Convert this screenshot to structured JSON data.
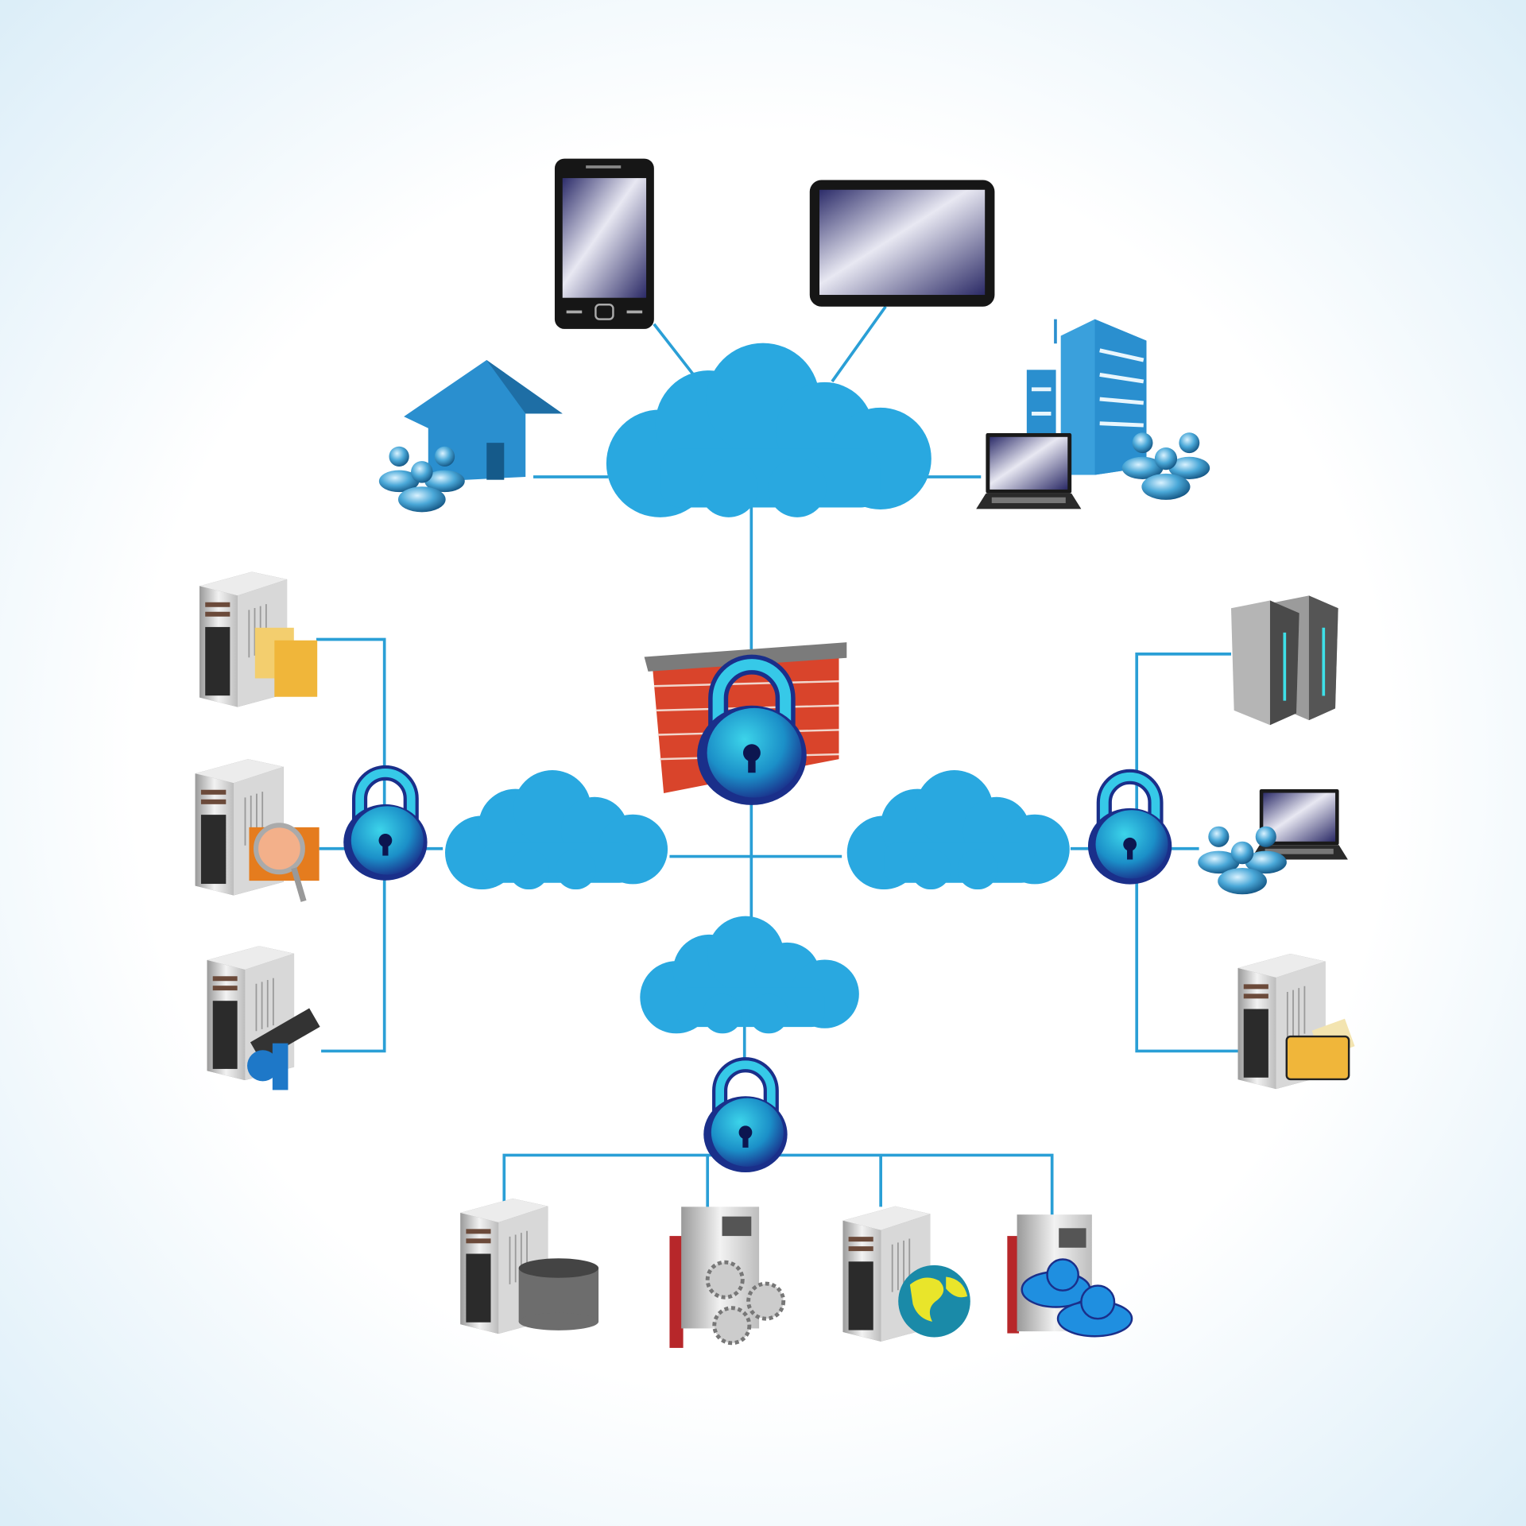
{
  "diagram": {
    "kind": "network-security-topology",
    "colors": {
      "cloud": "#29a8e0",
      "link": "#2a9fd6",
      "lock_body": "#1f6fb8",
      "lock_shackle": "#32c6e8",
      "brick": "#d9442b",
      "building": "#2a8fcf",
      "background_edge": "#dceef8",
      "background_center": "#ffffff"
    },
    "nodes": [
      "smartphone-icon",
      "tablet-icon",
      "home-icon",
      "office-building-icon",
      "laptop-icon",
      "user-group-icon",
      "internet-cloud",
      "firewall-icon",
      "left-cloud",
      "right-cloud",
      "bottom-cloud",
      "padlock-icon",
      "file-server-icon",
      "search-server-icon",
      "media-server-icon",
      "rack-server-icon",
      "folder-server-icon",
      "database-server-icon",
      "application-server-icon",
      "web-server-icon",
      "cloud-server-icon"
    ]
  }
}
